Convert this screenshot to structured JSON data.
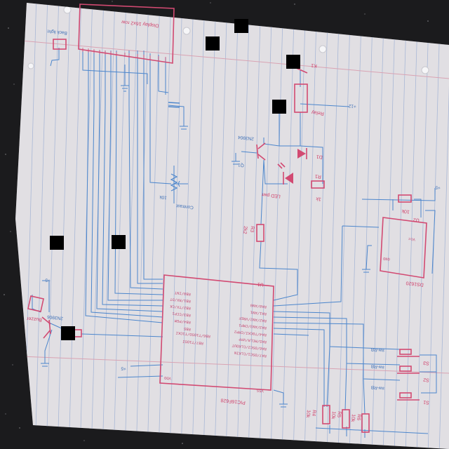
{
  "colors": {
    "background": "#1b1b1d",
    "paper": "#e9e7ea",
    "rule_line": "#a9b8d6",
    "margin_line": "#d9a3b3",
    "wire": "#4c86cc",
    "component": "#d24a72",
    "redaction": "#000000"
  },
  "labels": {
    "lcd_title": "Display 16x2 row",
    "backlight": "Back light",
    "k1": "K1",
    "relay": "Relay",
    "plus12": "+12",
    "q1_type": "2N3904",
    "q1": "Q1",
    "d1": "D1",
    "led_pwr": "LED pwr",
    "r1": "R1",
    "r1_val": "1k",
    "r3": "R3",
    "r3_val": "2k2",
    "pot_val": "10k",
    "pot_name": "Contrast",
    "u1": "U1",
    "mcu": "PIC16F628",
    "u2": "U2",
    "rtc": "DS1620",
    "r2_val": "10k",
    "buzzer": "Buzzer",
    "q2_type": "2N3906",
    "r4": "R4",
    "r5": "R5",
    "r6": "R6",
    "r_pull": "10k",
    "sw_names": [
      "S1",
      "S2",
      "S3"
    ],
    "sw_nets": [
      "sw-RB",
      "sw-RB",
      "sw-RB"
    ],
    "v5": "+5",
    "vdd": "VDD",
    "vss": "VSS",
    "gnd": "GND",
    "vcc": "Vcc",
    "mcu_pins_left": [
      "RB0/INT",
      "RB1/RX/DT",
      "RB2/TX/CK",
      "RB3/CCP1",
      "RB4/PGM",
      "RB5",
      "RB6/T1OSO/T1CKI",
      "RB7/T1OSI"
    ],
    "mcu_pins_right": [
      "RA0/AN0",
      "RA1/AN1",
      "RA2/AN2/VREF",
      "RA3/AN3/CMP1",
      "RA4/T0CKI/CMP2",
      "RA5/MCLR/VPP",
      "RA6/OSC2/CLKOUT",
      "RA7/OSC1/CLKIN"
    ]
  }
}
